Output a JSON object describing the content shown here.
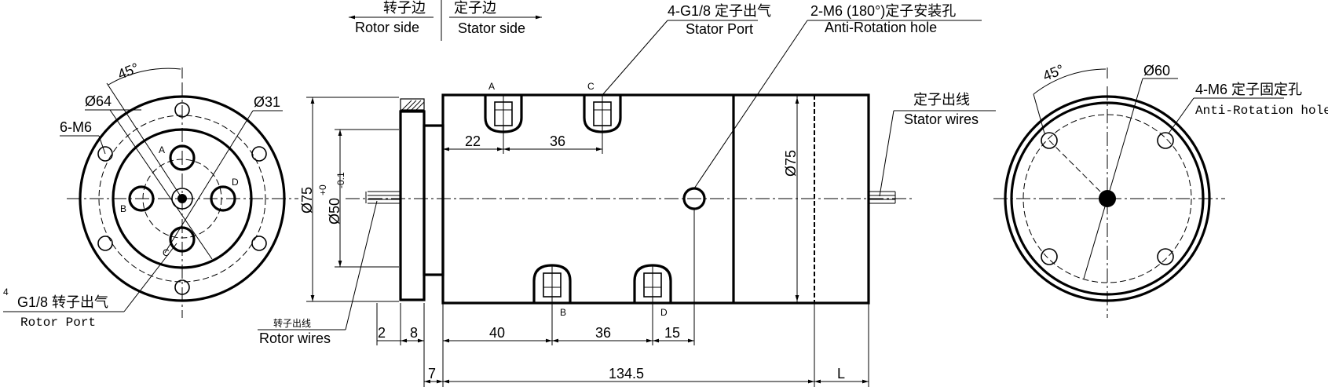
{
  "labels": {
    "rotor_side_cn": "转子边",
    "rotor_side_en": "Rotor side",
    "stator_side_cn": "定子边",
    "stator_side_en": "Stator side",
    "stator_port_cn": "4-G1/8 定子出气",
    "stator_port_en": "Stator Port",
    "anti_rot_mid_cn": "2-M6 (180°)定子安装孔",
    "anti_rot_mid_en": "Anti-Rotation hole",
    "stator_wires_cn": "定子出线",
    "stator_wires_en": "Stator wires",
    "rotor_wires_cn": "转子出线",
    "rotor_wires_en": "Rotor wires",
    "rotor_port_prefix": "4",
    "rotor_port_cn": "G1/8 转子出气",
    "rotor_port_en": "Rotor Port",
    "left_angle": "45°",
    "left_d64": "Ø64",
    "left_m6": "6-M6",
    "left_d31": "Ø31",
    "port_a": "A",
    "port_b": "B",
    "port_c": "C",
    "port_d": "D",
    "side_d75": "Ø75",
    "side_d50": "Ø50",
    "tol_upper": "+0",
    "tol_lower": "-0.1",
    "right_angle": "45°",
    "right_d60": "Ø60",
    "right_m6_cn": "4-M6 定子固定孔",
    "right_m6_en": "Anti-Rotation hole",
    "dim_22": "22",
    "dim_36_top": "36",
    "dim_inner_d75": "Ø75",
    "dim_2": "2",
    "dim_8": "8",
    "dim_40": "40",
    "dim_36_bottom": "36",
    "dim_15": "15",
    "dim_7": "7",
    "dim_1345": "134.5",
    "dim_L": "L"
  }
}
